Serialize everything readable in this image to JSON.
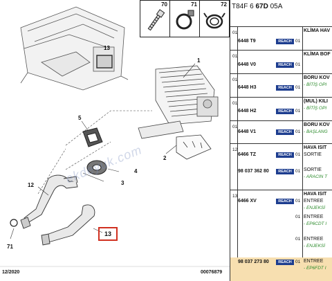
{
  "header": {
    "title_prefix": "T84F 6 ",
    "title_bold": "67D",
    "title_suffix": " 05A"
  },
  "icons": [
    {
      "number": "70",
      "icon": "bolt-icon"
    },
    {
      "number": "71",
      "icon": "hose-clamp-icon"
    },
    {
      "number": "72",
      "icon": "spring-clip-icon"
    }
  ],
  "callouts": [
    "1",
    "2",
    "3",
    "4",
    "5",
    "12",
    "71"
  ],
  "selected_callout": "13",
  "footer": {
    "date": "12/2020",
    "code": "00076879"
  },
  "watermark": "ekdeyuk.com",
  "reach_label": "REACH",
  "rows": [
    {
      "idx": "01",
      "pn": "6448 T9",
      "qty": "01",
      "lines": [
        {
          "t": "KLİMA HAV",
          "s": "desc"
        }
      ]
    },
    {
      "idx": "01",
      "pn": "6448 V0",
      "qty": "01",
      "lines": [
        {
          "t": "KLİMA BOF",
          "s": "desc"
        }
      ]
    },
    {
      "idx": "01",
      "pn": "6448 H3",
      "qty": "01",
      "lines": [
        {
          "t": "BORU KOV",
          "s": "desc"
        },
        {
          "t": "- BİTİŞ OPI",
          "s": "sub"
        }
      ]
    },
    {
      "idx": "01",
      "pn": "6448 H2",
      "qty": "01",
      "lines": [
        {
          "t": "(MUL) KILI",
          "s": "desc"
        },
        {
          "t": "- BİTİŞ OPI",
          "s": "sub"
        }
      ]
    },
    {
      "idx": "01",
      "pn": "6448 V1",
      "qty": "01",
      "lines": [
        {
          "t": "BORU KOV",
          "s": "desc"
        },
        {
          "t": "- BAŞLANG",
          "s": "sub"
        }
      ]
    },
    {
      "idx": "12",
      "pn": "6466 TZ",
      "qty": "01",
      "lines": [
        {
          "t": "HAVA ISIT",
          "s": "desc"
        },
        {
          "t": "SORTIE",
          "s": "plain"
        }
      ]
    },
    {
      "idx": "",
      "pn": "98 037 362 80",
      "qty": "01",
      "lines": [
        {
          "t": "SORTIE",
          "s": "plain"
        },
        {
          "t": "- ARACIN T",
          "s": "sub"
        }
      ]
    },
    {
      "idx": "13",
      "pn": "6466 XV",
      "qty": "01",
      "lines": [
        {
          "t": "HAVA ISIT",
          "s": "desc"
        },
        {
          "t": "ENTREE",
          "s": "plain"
        },
        {
          "t": "- ENJEKSİ",
          "s": "sub"
        }
      ]
    },
    {
      "idx": "",
      "pn": "",
      "qty": "01",
      "lines": [
        {
          "t": "ENTREE",
          "s": "plain"
        },
        {
          "t": "- EP6CDT I",
          "s": "sub"
        }
      ]
    },
    {
      "idx": "",
      "pn": "",
      "qty": "01",
      "lines": [
        {
          "t": "ENTREE",
          "s": "plain"
        },
        {
          "t": "- ENJEKSİ",
          "s": "sub"
        }
      ]
    },
    {
      "idx": "",
      "pn": "98 037 273 80",
      "qty": "01",
      "lines": [
        {
          "t": "ENTREE",
          "s": "plain"
        },
        {
          "t": "- EP6FDT I",
          "s": "sub"
        }
      ]
    }
  ]
}
